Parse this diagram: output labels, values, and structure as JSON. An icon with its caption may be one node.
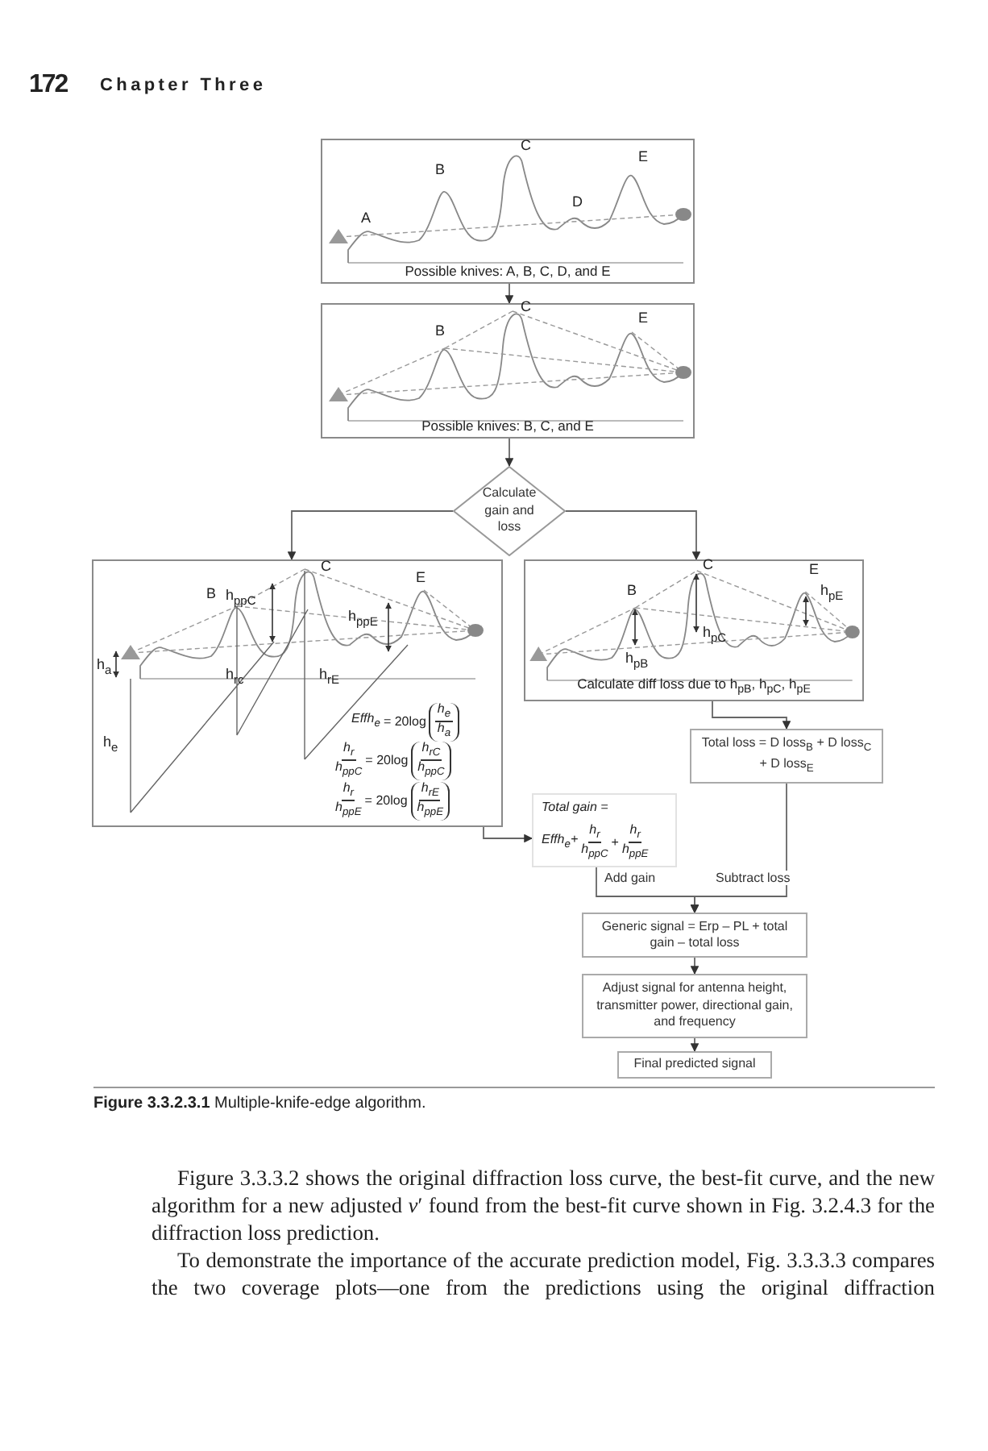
{
  "diagram": {
    "caption": "**Figure 3.3.2.3.1** Multiple-knife-edge algorithm.",
    "nodes": [
      {
        "text": [
          "C",
          "E",
          "B",
          "D",
          "A",
          "Possible knives: A, B, C, D, and E"
        ]
      },
      {
        "text": [
          "C",
          "E",
          "B",
          "Possible knives: B, C, and E"
        ]
      },
      {
        "text": [
          "Calculate gain and loss"
        ]
      },
      {
        "text": [
          "C",
          "B",
          "h$_{ppC}$",
          "E",
          "h$_{ppE}$",
          "h$_{a}$",
          "h$_{rc}$",
          "h$_{rE}$",
          "h$_{e}$",
          "Effh$_{e}$",
          "= 20log",
          "h$_{e}$",
          "h$_{a}$",
          "h$_{r}$",
          "h$_{ppC}$",
          "= 20log",
          "h$_{rC}$",
          "h$_{ppC}$",
          "h$_{r}$",
          "h$_{ppE}$",
          "= 20log",
          "h$_{rE}$",
          "h$_{ppE}$"
        ]
      },
      {
        "text": [
          "C",
          "E",
          "B",
          "h$_{pE}$",
          "h$_{pC}$",
          "h$_{pB}$",
          "Calculate diff loss due to h$_{pB}$, h$_{pC}$, h$_{pE}$"
        ]
      },
      {
        "text": [
          "Total gain =",
          "Effh$_{e}$+",
          "h$_{r}$",
          "h$_{ppC}$",
          "+",
          "h$_{r}$",
          "h$_{ppE}$"
        ]
      },
      {
        "text": [
          "Total loss = D loss$_{B}$ + D loss$_{C}$ + D loss$_{E}$"
        ]
      },
      {
        "text": [
          "Generic signal = Erp – PL + total gain – total loss"
        ]
      },
      {
        "text": [
          "Adjust signal for antenna height, transmitter power, directional gain, and frequency"
        ]
      },
      {
        "text": [
          "Final predicted signal"
        ]
      }
    ],
    "edges": [
      {
        "from": 0,
        "to": 1,
        "arrow": "to"
      },
      {
        "from": 1,
        "to": 2,
        "arrow": "to"
      },
      {
        "from": 2,
        "to": 3,
        "arrow": "to"
      },
      {
        "from": 2,
        "to": 4,
        "arrow": "to"
      },
      {
        "from": 3,
        "to": 5,
        "arrow": "to"
      },
      {
        "from": 4,
        "to": 6,
        "arrow": "to"
      },
      {
        "from": 5,
        "to": 7,
        "arrow": "to",
        "label": "Add gain"
      },
      {
        "from": 6,
        "to": 7,
        "arrow": "to",
        "label": "Subtract loss"
      },
      {
        "from": 7,
        "to": 8,
        "arrow": "to"
      },
      {
        "from": 8,
        "to": 9,
        "arrow": "to"
      }
    ],
    "labels": [
      "172",
      "Chapter Three",
      "Figure 3.3.3.2 shows the original diffraction loss curve, the best-fit curve, and the new algorithm for a new adjusted *v*′ found from the best-fit curve shown in Fig. 3.2.4.3 for the diffraction loss prediction.",
      "To demonstrate the importance of the accurate prediction model, Fig. 3.3.3.3 compares the two coverage plots—one from the predictions using the original diffraction"
    ]
  }
}
